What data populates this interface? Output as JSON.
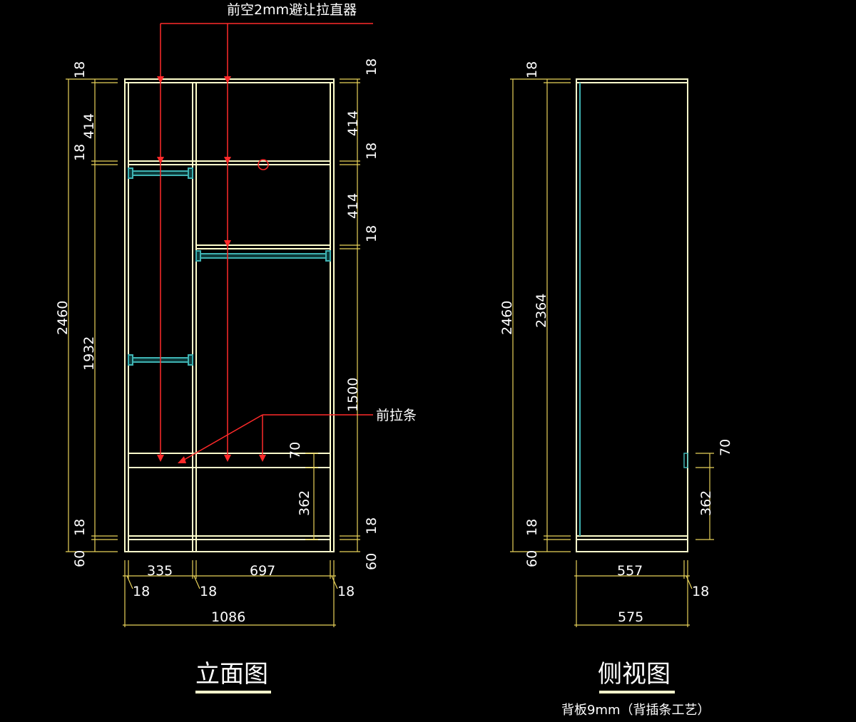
{
  "colors": {
    "background": "#000000",
    "cabinet": "#ffffcc",
    "dimension": "#e8d25a",
    "leader": "#ff2a2a",
    "rod": "#3fb3b3",
    "text": "#ffffff"
  },
  "front_view": {
    "title": "立面图",
    "note_top": "前空2mm避让拉直器",
    "note_rail": "前拉条",
    "dims": {
      "total_height": "2460",
      "inner_height": "1932",
      "top_panel": "18",
      "upper_section": "414",
      "shelf_1": "18",
      "bottom_panel": "18",
      "plinth": "60",
      "right_top_panel": "18",
      "right_414_a": "414",
      "right_shelf_1": "18",
      "right_414_b": "414",
      "right_shelf_2": "18",
      "right_1500": "1500",
      "right_bottom_panel": "18",
      "right_plinth": "60",
      "rail_70": "70",
      "drawer_362": "362",
      "width_left": "335",
      "width_right": "697",
      "side_left": "18",
      "side_mid": "18",
      "side_right": "18",
      "total_width": "1086"
    }
  },
  "side_view": {
    "title": "侧视图",
    "note": "背板9mm（背插条工艺）",
    "dims": {
      "top_panel": "18",
      "total_height": "2460",
      "inner_height": "2364",
      "bottom_panel": "18",
      "plinth": "60",
      "rail_70": "70",
      "drawer_362": "362",
      "inner_depth": "557",
      "back_18": "18",
      "total_depth": "575"
    }
  }
}
